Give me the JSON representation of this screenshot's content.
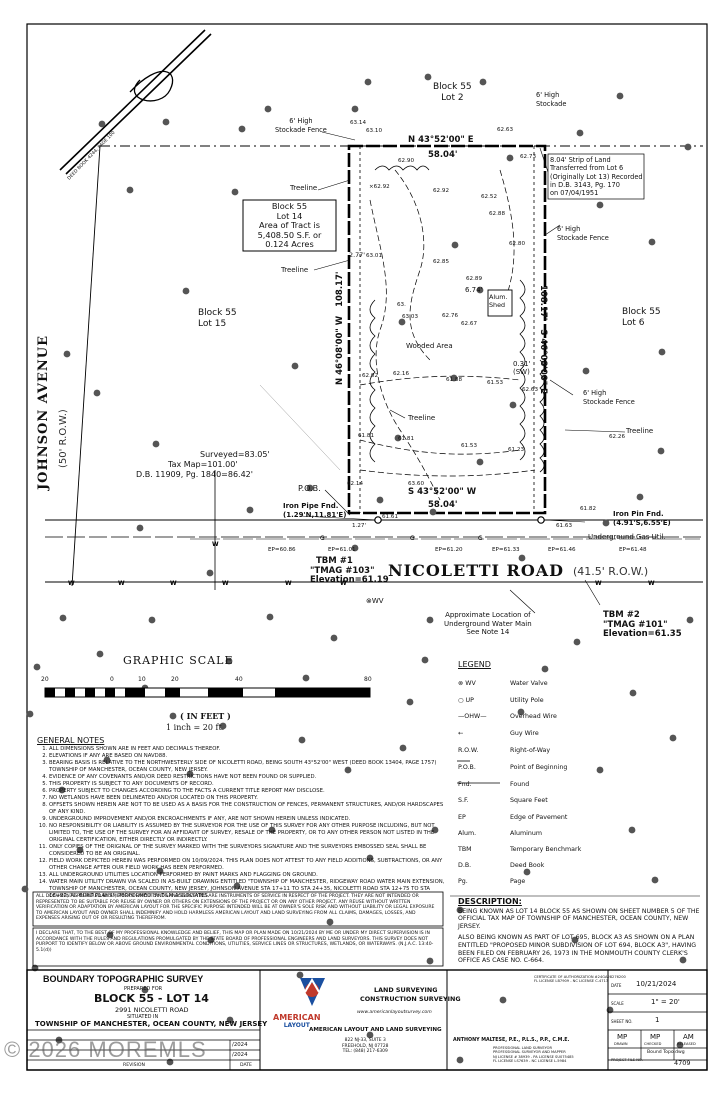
{
  "survey": {
    "block_lot_area": [
      "Block 55",
      "Lot 14",
      "Area of Tract is",
      "5,408.50 S.F. or",
      "0.124 Acres"
    ],
    "lot2": [
      "Block 55",
      "Lot 2"
    ],
    "lot6": [
      "Block 55",
      "Lot 6"
    ],
    "lot15": [
      "Block 55",
      "Lot 15"
    ],
    "johnson": "JOHNSON AVENUE",
    "johnson_row": "(50' R.O.W.)",
    "nicoletti": "NICOLETTI ROAD",
    "nicoletti_row": "(41.5' R.O.W.)",
    "deed_note": "DEED BOOK 4244, PAGE 100",
    "bearing_top": "N 43°52'00\" E",
    "bearing_bottom": "S 43°52'00\" W",
    "bearing_left": "N 46°08'00\" W",
    "bearing_right": "S 46°08'00\" E",
    "dist_top": "58.04'",
    "dist_bottom": "58.04'",
    "dist_left": "108.17'",
    "dist_right": "108.17'",
    "fence_top": [
      "6' High",
      "Stockade Fence"
    ],
    "fence_top_right": [
      "6' High",
      "Stockade"
    ],
    "fence_right1": [
      "6' High",
      "Stockade Fence"
    ],
    "fence_right2": [
      "6' High",
      "Stockade Fence"
    ],
    "strip": [
      "8.04' Strip of Land",
      "Transferred from Lot 6",
      "(Originally Lot 13) Recorded",
      "in D.B. 3143, Pg. 170",
      "on 07/04/1951"
    ],
    "treeline": "Treeline",
    "wooded": "Wooded Area",
    "shed": [
      "Alum.",
      "Shed"
    ],
    "surveyed": [
      "Surveyed=83.05'",
      "Tax Map=101.00'",
      "D.B. 11909, Pg. 1840=86.42'"
    ],
    "pob": "P.O.B.",
    "iron_pipe": [
      "Iron Pipe Fnd.",
      "(1.29'N,11.81'E)"
    ],
    "iron_pin": [
      "Iron Pin Fnd.",
      "(4.91'S,6.55'E)"
    ],
    "gas": "Underground Gas Util.",
    "tbm1": [
      "TBM #1",
      "\"TMAG #103\"",
      "Elevation=61.19"
    ],
    "tbm2": [
      "TBM #2",
      "\"TMAG #101\"",
      "Elevation=61.35"
    ],
    "water_main": [
      "Approximate Location of",
      "Underground Water Main",
      "See Note 14"
    ],
    "dim_031": [
      "0.31'",
      "(SW)"
    ],
    "dim_277": "2.77'",
    "dim_27": "1.27'",
    "dim_674": "6.74'",
    "spots": [
      "63.14",
      "63.10",
      "62.90",
      "62.73",
      "62.63",
      "62.92",
      "62.52",
      "62.88",
      "62.80",
      "×62.92",
      "62.85",
      "62.89",
      "62.76",
      "62.67",
      "63.01",
      "63.03",
      "63.",
      "62.02",
      "62.16",
      "61.88",
      "61.53",
      "61.81",
      "61.53",
      "61.23",
      "62.14",
      "63.60",
      "61.81",
      "61.61",
      "61.63",
      "61.27",
      "EP=60.86",
      "EP=61.01",
      "EP=61.20",
      "EP=61.33",
      "EP=61.46",
      "EP=61.48",
      "62.26",
      "62.63",
      "61.82"
    ]
  },
  "scale": {
    "title": "GRAPHIC SCALE",
    "ticks": [
      "20",
      "0",
      "10",
      "20",
      "40",
      "80"
    ],
    "unit": "( IN FEET )",
    "ratio": "1 inch = 20 ft."
  },
  "notes": {
    "title": "GENERAL NOTES",
    "items": [
      "ALL DIMENSIONS SHOWN ARE IN FEET AND DECIMALS THEREOF.",
      "ELEVATIONS IF ANY ARE BASED ON NAVD88.",
      "BEARING BASIS IS RELATIVE TO THE NORTHWESTERLY SIDE OF NICOLETTI ROAD, BEING SOUTH 43°52'00\" WEST (DEED BOOK 13404, PAGE 1757) TOWNSHIP OF MANCHESTER, OCEAN COUNTY, NEW JERSEY.",
      "EVIDENCE OF ANY COVENANTS AND/OR DEED RESTRICTIONS HAVE NOT BEEN FOUND OR SUPPLIED.",
      "THIS PROPERTY IS SUBJECT TO ANY DOCUMENTS OF RECORD.",
      "PROPERTY SUBJECT TO CHANGES ACCORDING TO THE FACTS A CURRENT TITLE REPORT MAY DISCLOSE.",
      "NO WETLANDS HAVE BEEN DELINEATED AND/OR LOCATED ON THIS PROPERTY.",
      "OFFSETS SHOWN HEREIN ARE NOT TO BE USED AS A BASIS FOR THE CONSTRUCTION OF FENCES, PERMANENT STRUCTURES, AND/OR HARDSCAPES OF ANY KIND.",
      "UNDERGROUND IMPROVEMENT AND/OR ENCROACHMENTS IF ANY, ARE NOT SHOWN HEREIN UNLESS INDICATED.",
      "NO RESPONSIBILITY OR LIABILITY IS ASSUMED BY THE SURVEYOR FOR THE USE OF THIS SURVEY FOR ANY OTHER PURPOSE INCLUDING, BUT NOT LIMITED TO, THE USE OF THE SURVEY FOR AN AFFIDAVIT OF SURVEY, RESALE OF THE PROPERTY, OR TO ANY OTHER PERSON NOT LISTED IN THE ORIGINAL CERTIFICATION, EITHER DIRECTLY OR INDIRECTLY.",
      "ONLY COPIES OF THE ORIGINAL OF THE SURVEY MARKED WITH THE SURVEYORS SIGNATURE AND THE SURVEYORS EMBOSSED SEAL SHALL BE CONSIDERED TO BE AN ORIGINAL.",
      "FIELD WORK DEPICTED HEREIN WAS PERFORMED ON 10/09/2024. THIS PLAN DOES NOT ATTEST TO ANY FIELD ADDITIONS, SUBTRACTIONS, OR ANY OTHER CHANGE AFTER OUR FIELD WORK HAS BEEN PERFORMED.",
      "ALL UNDERGROUND UTILITIES LOCATION PERFORMED BY PAINT MARKS AND FLAGGING ON GROUND.",
      "WATER MAIN UTILITY DRAWN VIA SCALED IN AS-BUILT DRAWING ENTITLED \"TOWNSHIP OF MANCHESTER, RIDGEWAY ROAD WATER MAIN EXTENSION, TOWNSHIP OF MANCHESTER, OCEAN COUNTY, NEW JERSEY, JOHNSON AVENUE STA 17+11 TO STA 24+35, NICOLETTI ROAD STA 12+75 TO STA 18+32, AS BUILT PLANS\", PERFORMED BY T&M ASSOCIATES."
    ]
  },
  "disclaimer1": "ALL DOCUMENTS PREPARED BY AMERICAN LAYOUT AND LAND SURVEYING ARE INSTRUMENTS OF SERVICE IN RESPECT OF THE PROJECT. THEY ARE NOT INTENDED OR REPRESENTED TO BE SUITABLE FOR REUSE BY OWNER OR OTHERS ON EXTENSIONS OF THE PROJECT OR ON ANY OTHER PROJECT. ANY REUSE WITHOUT WRITTEN VERIFICATION OR ADAPTATION BY AMERICAN LAYOUT FOR THE SPECIFIC PURPOSE INTENDED WILL BE AT OWNER'S SOLE RISK AND WITHOUT LIABILITY OR LEGAL EXPOSURE TO AMERICAN LAYOUT AND OWNER SHALL INDEMNIFY AND HOLD HARMLESS AMERICAN LAYOUT AND LAND SURVEYING FROM ALL CLAIMS, DAMAGES, LOSSES, AND EXPENSES ARISING OUT OF OR RESULTING THEREFROM.",
  "disclaimer2": "I DECLARE THAT, TO THE BEST OF MY PROFESSIONAL KNOWLEDGE AND BELIEF, THIS MAP OR PLAN MADE ON 10/21/2024 BY ME OR UNDER MY DIRECT SUPERVISION IS IN ACCORDANCE WITH THE RULES AND REGULATIONS PROMULGATED BY THE STATE BOARD OF PROFESSIONAL ENGINEERS AND LAND SURVEYORS. THIS SURVEY DOES NOT PURPORT TO IDENTIFY BELOW OR ABOVE GROUND ENVIRONMENTAL CONDITIONS, UTILITIES, SERVICE LINES OR STRUCTURES, WETLANDS, OR WATERWAYS. (N.J.A.C. 13:40-5.1(d))",
  "legend": {
    "title": "LEGEND",
    "rows": [
      {
        "sym": "⊗ WV",
        "text": "Water Valve"
      },
      {
        "sym": "○ UP",
        "text": "Utility Pole"
      },
      {
        "sym": "—OHW—",
        "text": "Overhead Wire"
      },
      {
        "sym": "←",
        "text": "Guy Wire"
      },
      {
        "sym": "R.O.W.",
        "text": "Right-of-Way"
      },
      {
        "sym": "P.O.B.",
        "text": "Point of Beginning"
      },
      {
        "sym": "Fnd.",
        "text": "Found"
      },
      {
        "sym": "S.F.",
        "text": "Square Feet"
      },
      {
        "sym": "EP",
        "text": "Edge of Pavement"
      },
      {
        "sym": "Alum.",
        "text": "Aluminum"
      },
      {
        "sym": "TBM",
        "text": "Temporary Benchmark"
      },
      {
        "sym": "D.B.",
        "text": "Deed Book"
      },
      {
        "sym": "Pg.",
        "text": "Page"
      }
    ]
  },
  "description": {
    "title": "DESCRIPTION:",
    "p1": "BEING KNOWN AS LOT 14 BLOCK 55 AS SHOWN ON SHEET NUMBER 5 OF THE OFFICIAL TAX MAP OF TOWNSHIP OF MANCHESTER, OCEAN COUNTY, NEW JERSEY.",
    "p2": "ALSO BEING KNOWN AS PART OF LOT 695, BLOCK A3 AS SHOWN ON A PLAN ENTITLED \"PROPOSED MINOR SUBDIVISION OF LOT 694, BLOCK A3\", HAVING BEEN FILED ON FEBRUARY 26, 1973 IN THE MONMOUTH COUNTY CLERK'S OFFICE AS CASE NO. C-664."
  },
  "titleblock": {
    "type": "BOUNDARY TOPOGRAPHIC SURVEY",
    "prepared": "PREPARED FOR",
    "project": "BLOCK 55 - LOT 14",
    "address": "2991 NICOLETTI ROAD",
    "situated": "SITUATED IN",
    "township": "TOWNSHIP OF MANCHESTER, OCEAN COUNTY, NEW JERSEY",
    "rev": "REVISION",
    "date_col": "DATE",
    "rev_dates": [
      "/2024",
      "/2024"
    ],
    "company_logo": [
      "AMERICAN",
      "LAYOUT"
    ],
    "services": [
      "LAND SURVEYING",
      "CONSTRUCTION SURVEYING"
    ],
    "website": "www.americanlayoutsurvey.com",
    "company": "AMERICAN LAYOUT AND LAND SURVEYING",
    "company_addr": [
      "822 NJ-33, SUITE 3",
      "FREEHOLD, NJ 07728",
      "TEL: (848) 217-6309"
    ],
    "surveyor": "ANTHONY MALTESE, P.E., P.L.S., P.P., C.M.E.",
    "surveyor_lines": [
      "PROFESSIONAL LAND SURVEYOR",
      "PROFESSIONAL SURVEYOR AND MAPPER",
      "NJ LICENSE # 38939 - PA LICENSE SU075485",
      "FL LICENSE LS7639 - NC LICENSE L-5984"
    ],
    "cert_lines": [
      "CERTIFICATE OF AUTHORIZATION #24GA28276200",
      "FL LICENSE LB7909 - NC LICENSE C-4713"
    ],
    "date_label": "DATE",
    "date_value": "10/21/2024",
    "scale_label": "SCALE",
    "scale_value": "1\" = 20'",
    "sheet_label": "SHEET NO.",
    "sheet_value": "1",
    "drawn": "MP",
    "checked": "MP",
    "released": "AM",
    "drawn_label": "DRAWN",
    "checked_label": "CHECKED",
    "released_label": "RELEASED",
    "file_type": "Bound Topo.dwg",
    "file_label": "PROJECT FILE NO.",
    "file_no": "4709"
  },
  "watermark": "© 2026 MOREMLS"
}
